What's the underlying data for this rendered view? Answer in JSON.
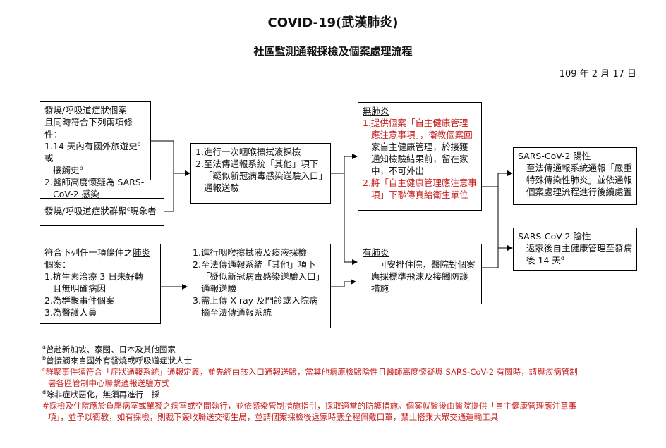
{
  "header": {
    "title": "COVID-19(武漢肺炎)",
    "subtitle": "社區監測通報採檢及個案處理流程",
    "date": "109 年 2 月 17 日"
  },
  "box_fever": {
    "line1": "發燒/呼吸道症狀個案",
    "line2": "且同時符合下列兩項條件：",
    "item1a": "1.14 天內有國外旅遊史",
    "item1a_sup": "a",
    "item1a_tail": "或",
    "item1b": "接觸史",
    "item1b_sup": "b",
    "item2a": "2.醫師高度懷疑為 SARS-",
    "item2b": "CoV-2 感染"
  },
  "box_cluster": {
    "text": "發燒/呼吸道症狀群聚",
    "sup": "c",
    "tail": "現象者"
  },
  "box_sample1": {
    "l1": "1.進行一次咽喉擦拭液採檢",
    "l2": "2.至法傳通報系統「其他」項下",
    "l3": "「疑似新冠病毒感染送驗入口」",
    "l4": "通報送驗"
  },
  "box_pneumonia": {
    "l1a": "符合下列任一項條件之",
    "l1b": "肺炎",
    "l2": "個案：",
    "l3": "1.抗生素治療 3 日未好轉",
    "l4": "且無明確病因",
    "l5": "2.為群聚事件個案",
    "l6": "3.為醫護人員"
  },
  "box_sample2": {
    "l1": "1.進行咽喉擦拭液及痰液採檢",
    "l2": "2.至法傳通報系統「其他」項下",
    "l3": "「疑似新冠病毒感染送驗入口」",
    "l4": "通報送驗",
    "l5": "3.需上傳 X-ray 及門診或入院病",
    "l6": "摘至法傳通報系統"
  },
  "box_no_pneumonia": {
    "head": "無肺炎",
    "r1": "1.提供個案「自主健康管理",
    "r2": "應注意事項」，衛教個案回",
    "b1": "家自主健康管理，於接獲",
    "b2": "通知檢驗結果前，留在家",
    "b3": "中，不可外出",
    "r3": "2.將「自主健康管理應注意事",
    "r4": "項」下聯傳真給衛生單位"
  },
  "box_has_pneumonia": {
    "head": "有肺炎",
    "l1": "可安排住院，醫院對個案",
    "l2": "應採標準飛沫及接觸防護",
    "l3": "措施"
  },
  "box_positive": {
    "head": "SARS-CoV-2 陽性",
    "l1": "至法傳通報系統通報「嚴重",
    "l2": "特殊傳染性肺炎」並依通報",
    "l3": "個案處理流程進行後續處置"
  },
  "box_negative": {
    "head": "SARS-CoV-2 陰性",
    "l1": "返家後自主健康管理至發病",
    "l2": "後 14 天",
    "l2_sup": "d"
  },
  "notes": {
    "a_mark": "a",
    "a": "曾赴新加坡、泰國、日本及其他國家",
    "b_mark": "b",
    "b": "曾接觸來自國外有發燒或呼吸道症狀人士",
    "c_mark": "c",
    "c1": "群聚事件須符合「症狀通報系統」通報定義，並先經由該入口通報送驗，當其他病原檢驗陰性且醫師高度懷疑與 SARS-CoV-2 有關時，請與疾病管制",
    "c2": "署各區管制中心聯繫通報送驗方式",
    "d_mark": "d",
    "d": "除非症狀惡化，無須再進行二採",
    "hash1": "#採檢及住院應於負壓病室或單獨之病室或空間執行，並依感染管制措施指引，採取適當的防護措施。個案就醫後由醫院提供「自主健康管理應注意事",
    "hash2": "項」，並予以衛教，如有採檢，則裁下簽收聯送交衛生局，並請個案採檢後返家時應全程佩戴口罩，禁止搭乘大眾交通運輸工具"
  },
  "colors": {
    "red": "#c81e1e",
    "line": "#000000"
  }
}
